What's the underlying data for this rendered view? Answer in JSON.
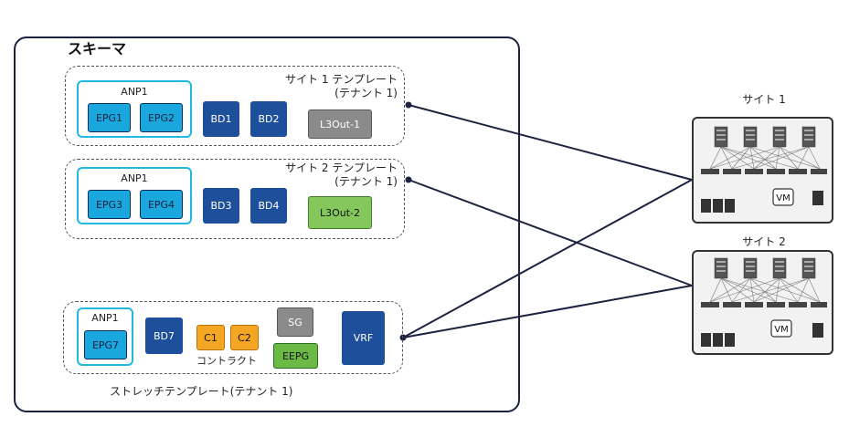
{
  "schema_title": "スキーマ",
  "templates": [
    {
      "label_line1": "サイト 1 テンプレート",
      "label_line2": "(テナント 1)",
      "anp_title": "ANP1",
      "epgs": [
        "EPG1",
        "EPG2"
      ],
      "bds": [
        "BD1",
        "BD2"
      ],
      "l3out": "L3Out-1"
    },
    {
      "label_line1": "サイト 2 テンプレート",
      "label_line2": "(テナント 1)",
      "anp_title": "ANP1",
      "epgs": [
        "EPG3",
        "EPG4"
      ],
      "bds": [
        "BD3",
        "BD4"
      ],
      "l3out": "L3Out-2"
    }
  ],
  "stretch": {
    "label": "ストレッチテンプレート(テナント 1)",
    "anp_title": "ANP1",
    "epg": "EPG7",
    "bd": "BD7",
    "contracts": [
      "C1",
      "C2"
    ],
    "contract_label": "コントラクト",
    "sg": "SG",
    "eepg": "EEPG",
    "vrf": "VRF"
  },
  "sites": [
    {
      "title": "サイト 1",
      "vm_label": "VM"
    },
    {
      "title": "サイト 2",
      "vm_label": "VM"
    }
  ],
  "colors": {
    "anp_border": "#22b8e0",
    "epg": "#19a7dd",
    "bd": "#1d4f9b",
    "l3out_site1": "#8b8b8b",
    "l3out_site2": "#84c75b",
    "contract": "#f5a623",
    "eepg": "#6cba46",
    "link": "#1b2340"
  }
}
